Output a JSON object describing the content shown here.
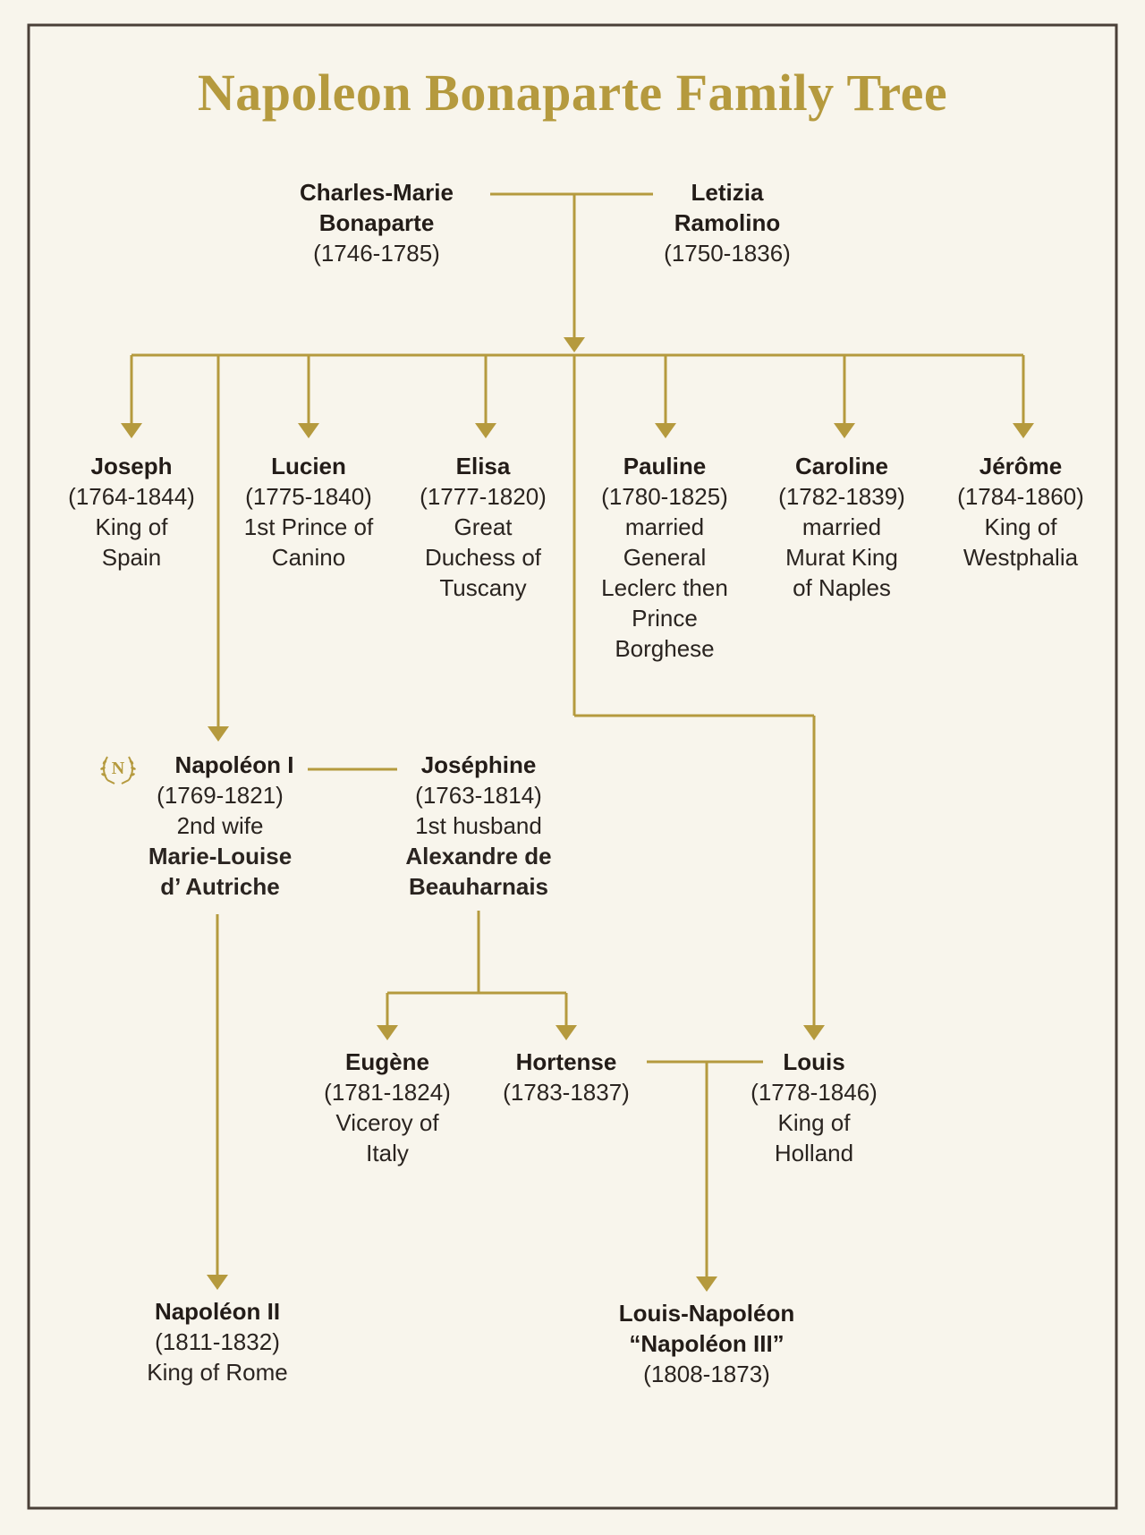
{
  "title": "Napoleon Bonaparte Family Tree",
  "colors": {
    "accent": "#b59a3e",
    "frame": "#4a4038",
    "text": "#2a2420",
    "paper": "#f8f5ec"
  },
  "parents": {
    "father": {
      "name_1": "Charles-Marie",
      "name_2": "Bonaparte",
      "dates": "(1746-1785)"
    },
    "mother": {
      "name_1": "Letizia",
      "name_2": "Ramolino",
      "dates": "(1750-1836)"
    }
  },
  "children": {
    "joseph": {
      "name": "Joseph",
      "dates": "(1764-1844)",
      "note_1": "King of",
      "note_2": "Spain"
    },
    "lucien": {
      "name": "Lucien",
      "dates": "(1775-1840)",
      "note_1": "1st Prince of",
      "note_2": "Canino"
    },
    "elisa": {
      "name": "Elisa",
      "dates": "(1777-1820)",
      "note_1": "Great",
      "note_2": "Duchess of",
      "note_3": "Tuscany"
    },
    "pauline": {
      "name": "Pauline",
      "dates": "(1780-1825)",
      "note_1": "married",
      "note_2": "General",
      "note_3": "Leclerc then",
      "note_4": "Prince",
      "note_5": "Borghese"
    },
    "caroline": {
      "name": "Caroline",
      "dates": "(1782-1839)",
      "note_1": "married",
      "note_2": "Murat King",
      "note_3": "of Naples"
    },
    "jerome": {
      "name": "Jérôme",
      "dates": "(1784-1860)",
      "note_1": "King of",
      "note_2": "Westphalia"
    }
  },
  "napoleon": {
    "name": "Napoléon I",
    "dates": "(1769-1821)",
    "note": "2nd wife",
    "wife_1": "Marie-Louise",
    "wife_2": "d’ Autriche",
    "emblem_icon": "napoleon-n-laurel-icon",
    "emblem_letter": "N"
  },
  "josephine": {
    "name": "Joséphine",
    "dates": "(1763-1814)",
    "note": "1st husband",
    "husband_1": "Alexandre de",
    "husband_2": "Beauharnais"
  },
  "eugene": {
    "name": "Eugène",
    "dates": "(1781-1824)",
    "note_1": "Viceroy of",
    "note_2": "Italy"
  },
  "hortense": {
    "name": "Hortense",
    "dates": "(1783-1837)"
  },
  "louis": {
    "name": "Louis",
    "dates": "(1778-1846)",
    "note_1": "King of",
    "note_2": "Holland"
  },
  "napoleon2": {
    "name": "Napoléon II",
    "dates": "(1811-1832)",
    "note": "King of Rome"
  },
  "napoleon3": {
    "name": "Louis-Napoléon",
    "alias": "“Napoléon III”",
    "dates": "(1808-1873)"
  }
}
